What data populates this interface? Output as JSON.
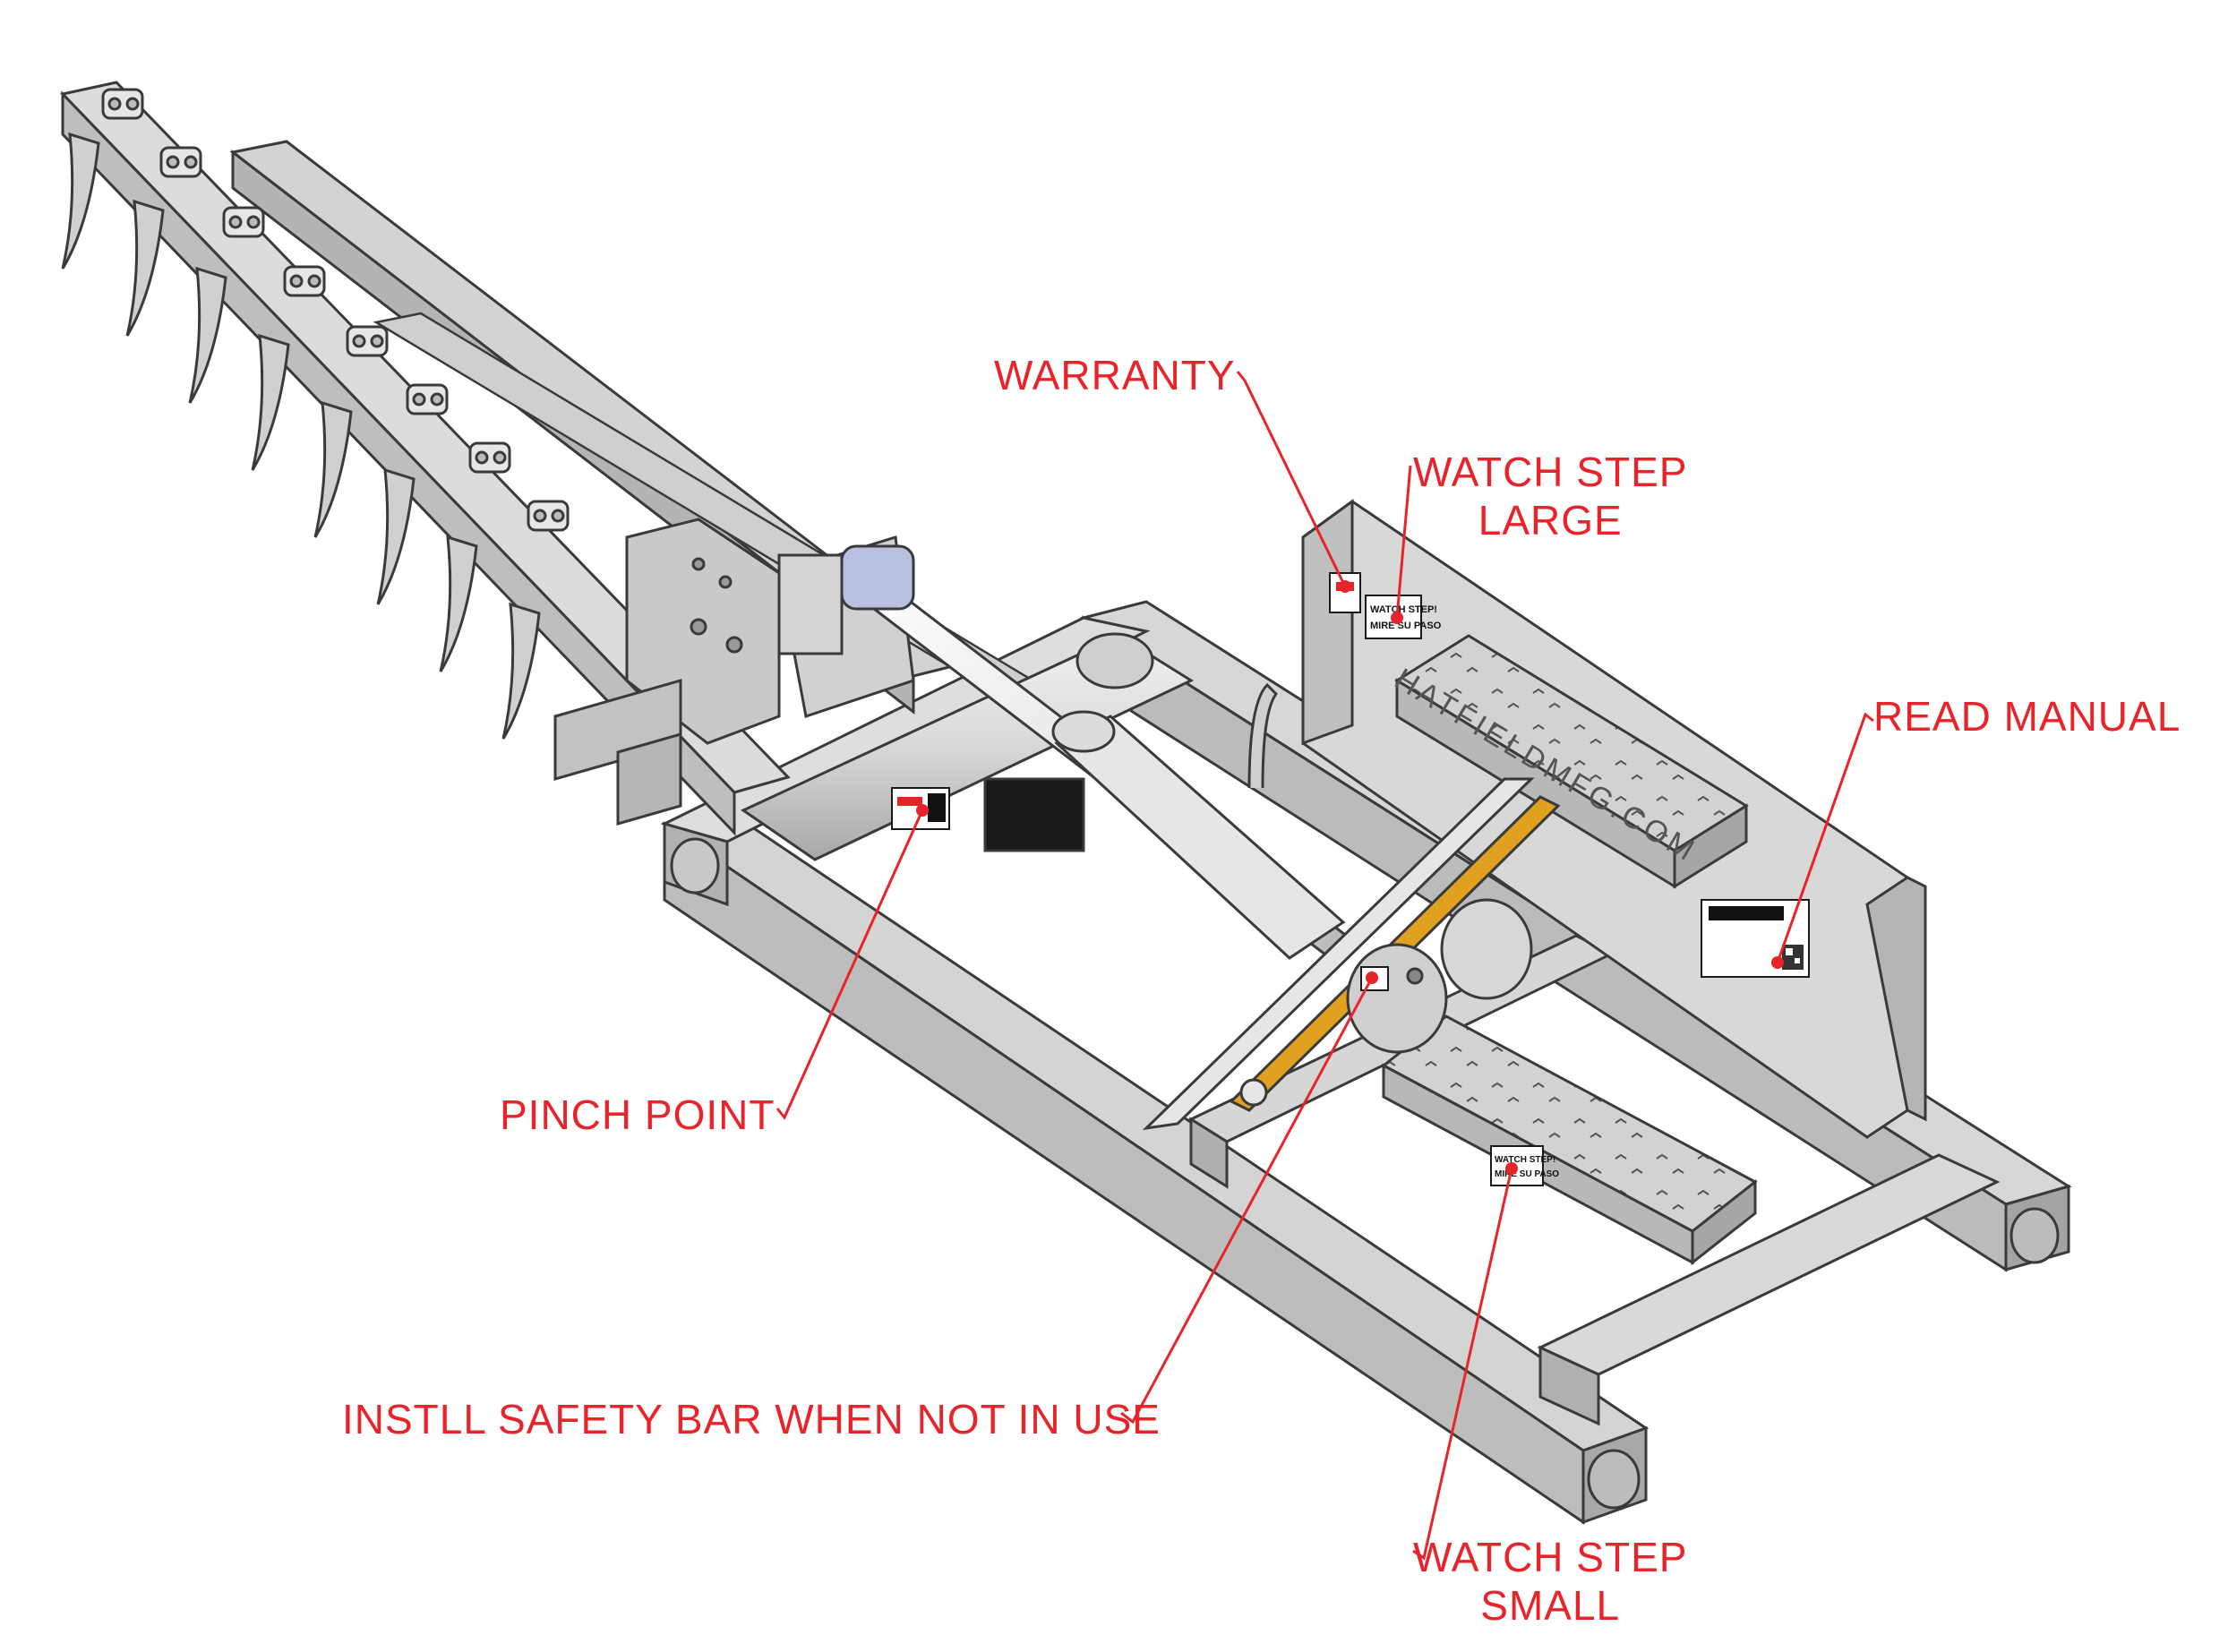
{
  "colors": {
    "callout": "#e8232a",
    "steel_light": "#dadada",
    "steel_mid": "#c4c4c4",
    "steel_dark": "#9e9e9e",
    "outline": "#3a3a3a",
    "cylinder_cap": "#b9bfe0",
    "safety_bar": "#e0a020",
    "decal_bg": "#ffffff",
    "decal_block": "#111111"
  },
  "callouts": {
    "warranty": {
      "lines": [
        "WARRANTY"
      ]
    },
    "watch_step_large": {
      "lines": [
        "WATCH STEP",
        "LARGE"
      ]
    },
    "read_manual": {
      "lines": [
        "READ MANUAL"
      ]
    },
    "pinch_point": {
      "lines": [
        "PINCH POINT"
      ]
    },
    "safety_bar": {
      "lines": [
        "INSTLL SAFETY BAR WHEN NOT IN USE"
      ]
    },
    "watch_step_small": {
      "lines": [
        "WATCH STEP",
        "SMALL"
      ]
    }
  },
  "plate_text": "HATFIELDMFG.COM",
  "decal_text": {
    "watch_step_large": [
      "WATCH STEP!",
      "MIRE SU PASO"
    ],
    "watch_step_small": [
      "WATCH STEP!",
      "MIRE SU PASO"
    ]
  },
  "icons": {
    "tines": "rake-tine-icon",
    "bolt": "u-bolt-icon",
    "qr": "qr-code-icon"
  }
}
